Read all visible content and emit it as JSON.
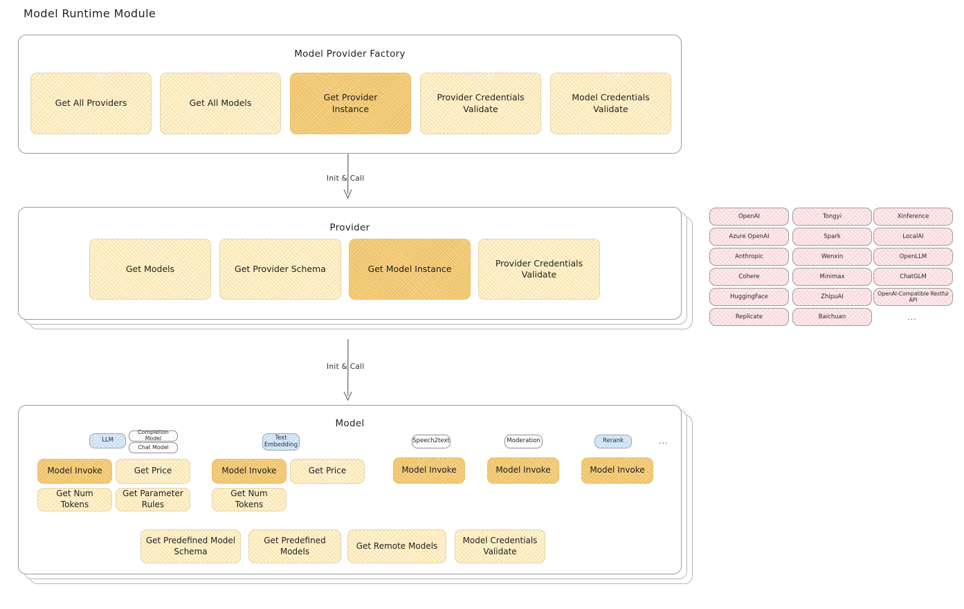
{
  "page": {
    "title": "Model Runtime Module"
  },
  "sections": {
    "factory": {
      "title": "Model Provider Factory",
      "nodes": [
        {
          "label": "Get All Providers",
          "highlight": false
        },
        {
          "label": "Get All Models",
          "highlight": false
        },
        {
          "label": "Get Provider\nInstance",
          "highlight": true
        },
        {
          "label": "Provider Credentials\nValidate",
          "highlight": false
        },
        {
          "label": "Model Credentials\nValidate",
          "highlight": false
        }
      ]
    },
    "provider": {
      "title": "Provider",
      "nodes": [
        {
          "label": "Get Models",
          "highlight": false
        },
        {
          "label": "Get Provider Schema",
          "highlight": false
        },
        {
          "label": "Get Model Instance",
          "highlight": true
        },
        {
          "label": "Provider Credentials\nValidate",
          "highlight": false
        }
      ]
    },
    "model": {
      "title": "Model",
      "columns": [
        {
          "badge": "LLM",
          "badge_style": "blue",
          "sub_badges": [
            "Completion Model",
            "Chat Model"
          ],
          "nodes": [
            {
              "label": "Model Invoke",
              "highlight": true
            },
            {
              "label": "Get Price",
              "highlight": false
            },
            {
              "label": "Get Num Tokens",
              "highlight": false
            },
            {
              "label": "Get Parameter\nRules",
              "highlight": false
            }
          ]
        },
        {
          "badge": "Text\nEmbedding",
          "badge_style": "blue",
          "sub_badges": [],
          "nodes": [
            {
              "label": "Model Invoke",
              "highlight": true
            },
            {
              "label": "Get Price",
              "highlight": false
            },
            {
              "label": "Get Num Tokens",
              "highlight": false
            }
          ]
        },
        {
          "badge": "Speech2text",
          "badge_style": "plain",
          "sub_badges": [],
          "nodes": [
            {
              "label": "Model Invoke",
              "highlight": true
            }
          ]
        },
        {
          "badge": "Moderation",
          "badge_style": "plain",
          "sub_badges": [],
          "nodes": [
            {
              "label": "Model Invoke",
              "highlight": true
            }
          ]
        },
        {
          "badge": "Rerank",
          "badge_style": "blue",
          "sub_badges": [],
          "nodes": [
            {
              "label": "Model Invoke",
              "highlight": true
            }
          ]
        }
      ],
      "more": "...",
      "bottom_nodes": [
        {
          "label": "Get Predefined Model\nSchema"
        },
        {
          "label": "Get Predefined\nModels"
        },
        {
          "label": "Get Remote Models"
        },
        {
          "label": "Model Credentials\nValidate"
        }
      ]
    }
  },
  "arrows": [
    {
      "label": "Init & Call"
    },
    {
      "label": "Init & Call"
    }
  ],
  "provider_list": {
    "columns": [
      [
        "OpenAI",
        "Azure OpenAI",
        "Anthropic",
        "Cohere",
        "HuggingFace",
        "Replicate"
      ],
      [
        "Tongyi",
        "Spark",
        "Wenxin",
        "Minimax",
        "ZhipuAI",
        "Baichuan"
      ],
      [
        "Xinference",
        "LocalAI",
        "OpenLLM",
        "ChatGLM",
        "OpenAI-Compatible Restful API"
      ]
    ],
    "more": "..."
  },
  "colors": {
    "node_fill": "#fdf4d8",
    "node_highlight_fill": "#f7d894",
    "chip_fill": "#fdeced",
    "badge_blue_fill": "#dcebf7",
    "border": "#9a9a9a",
    "text": "#1f1f1f"
  }
}
